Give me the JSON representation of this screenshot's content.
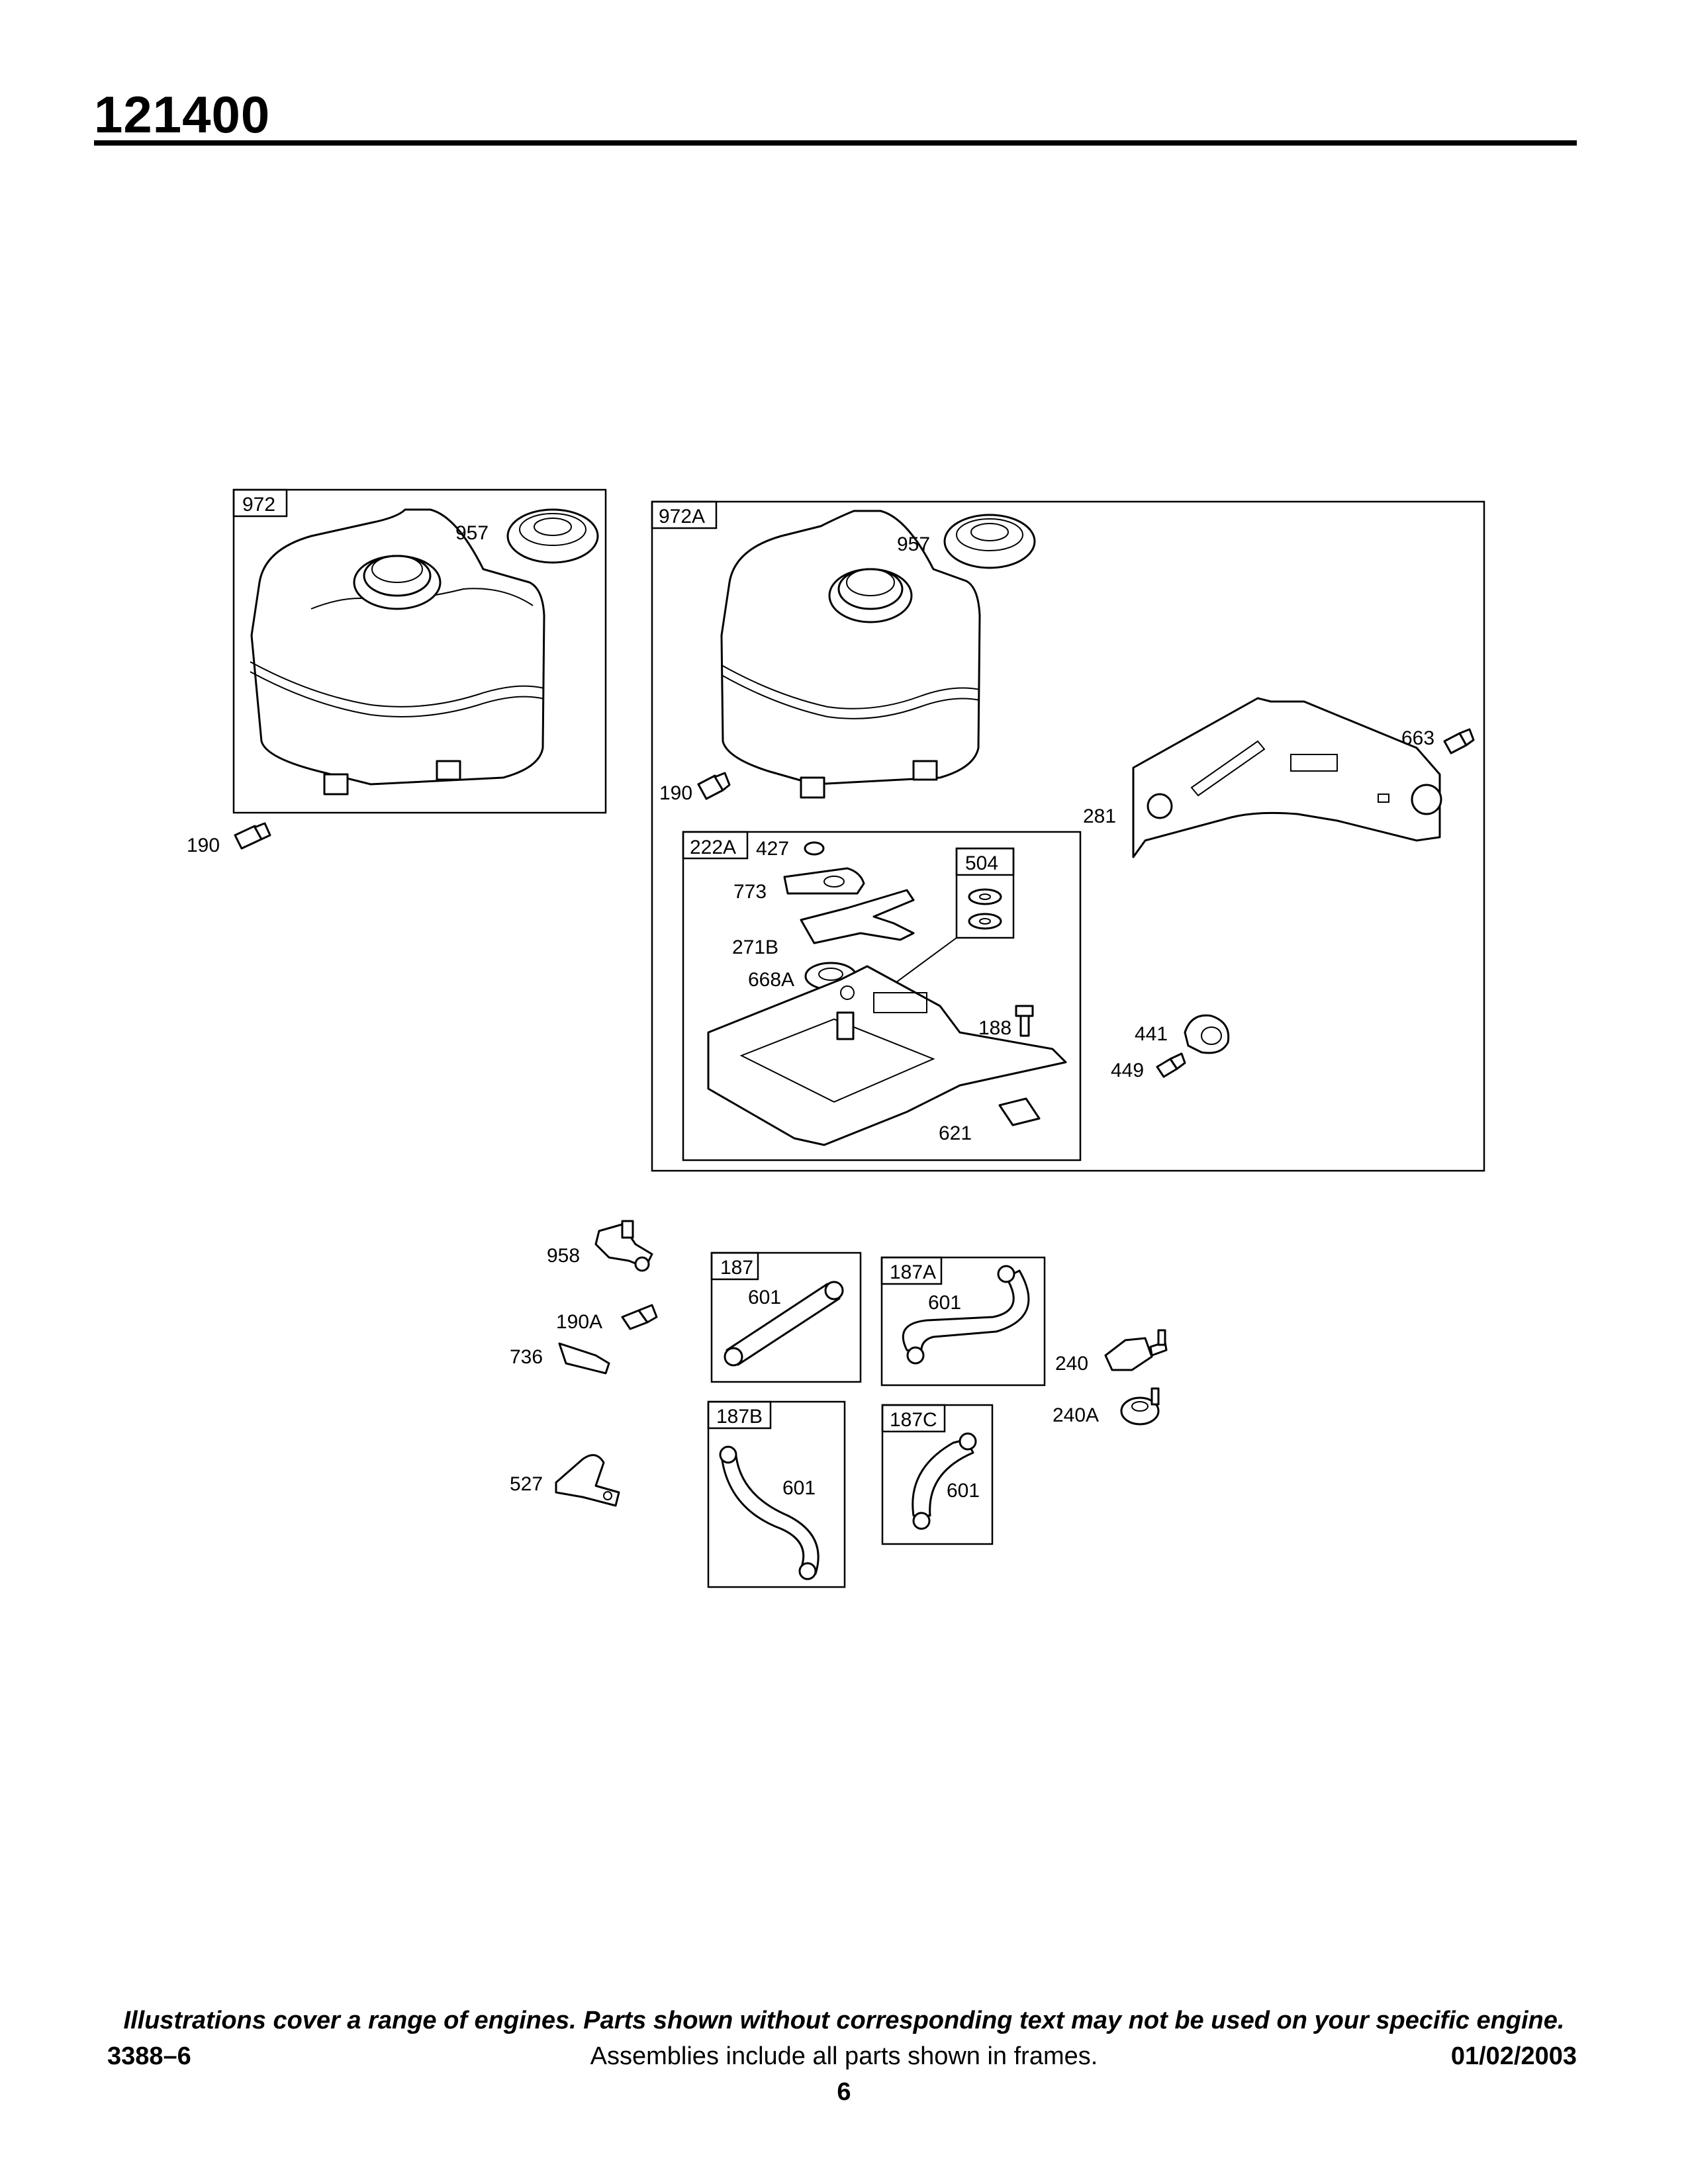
{
  "header": {
    "model_number": "121400"
  },
  "frames": {
    "f972": "972",
    "f972A": "972A",
    "f222A": "222A",
    "f504": "504",
    "f187": "187",
    "f187A": "187A",
    "f187B": "187B",
    "f187C": "187C"
  },
  "callouts": {
    "c957a": "957",
    "c190a": "190",
    "c957b": "957",
    "c190b": "190",
    "c663": "663",
    "c281": "281",
    "c427": "427",
    "c773": "773",
    "c271B": "271B",
    "c668A": "668A",
    "c188": "188",
    "c621": "621",
    "c441": "441",
    "c449": "449",
    "c958": "958",
    "c190A": "190A",
    "c736": "736",
    "c527": "527",
    "c601a": "601",
    "c601b": "601",
    "c601c": "601",
    "c601d": "601",
    "c240": "240",
    "c240A": "240A"
  },
  "footer": {
    "disclaimer": "Illustrations cover a range of engines. Parts shown without corresponding text may not be used on your specific engine.",
    "doc_id": "3388–6",
    "frames_note": "Assemblies include all parts shown in frames.",
    "date": "01/02/2003",
    "page_number": "6"
  }
}
